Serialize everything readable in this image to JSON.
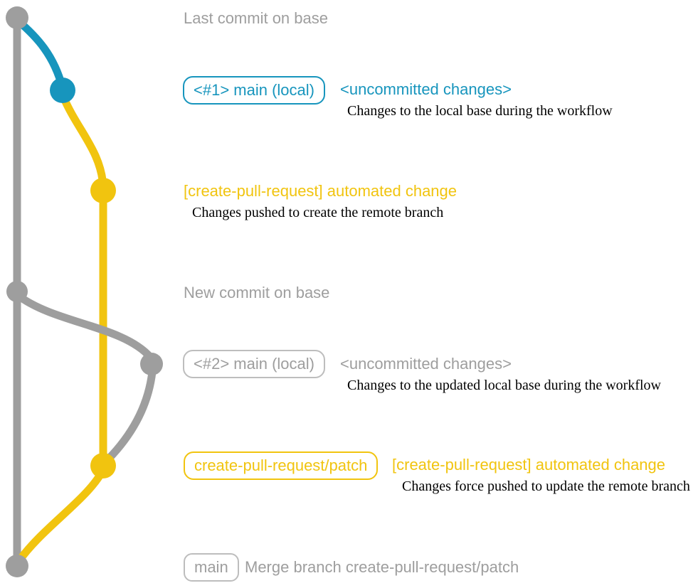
{
  "colors": {
    "background": "#ffffff",
    "gray": "#9e9e9e",
    "gray_border": "#bdbdbd",
    "blue": "#1795bd",
    "yellow": "#f1c40f",
    "text_dark": "#000000"
  },
  "graph": {
    "node_names": [
      "last-commit-on-base",
      "main-local-1-commit",
      "create-pull-request-commit-1",
      "new-commit-on-base",
      "main-local-2-commit",
      "create-pull-request-commit-2",
      "merge-commit"
    ]
  },
  "labels": {
    "last_commit": "Last commit on base",
    "new_commit": "New commit on base",
    "uncommitted_1": "<uncommitted changes>",
    "uncommitted_2": "<uncommitted changes>",
    "cpr_change_1": "[create-pull-request] automated change",
    "cpr_change_2": "[create-pull-request] automated change",
    "merge_message": "Merge branch create-pull-request/patch"
  },
  "badges": {
    "main_1": "<#1> main (local)",
    "main_2": "<#2> main (local)",
    "patch": "create-pull-request/patch",
    "main_final": "main"
  },
  "notes": {
    "local_base_1": "Changes to the local base during the workflow",
    "pushed_create": "Changes pushed to create the remote branch",
    "local_base_2": "Changes to the updated local base during the workflow",
    "force_pushed": "Changes force pushed to update the remote branch"
  }
}
